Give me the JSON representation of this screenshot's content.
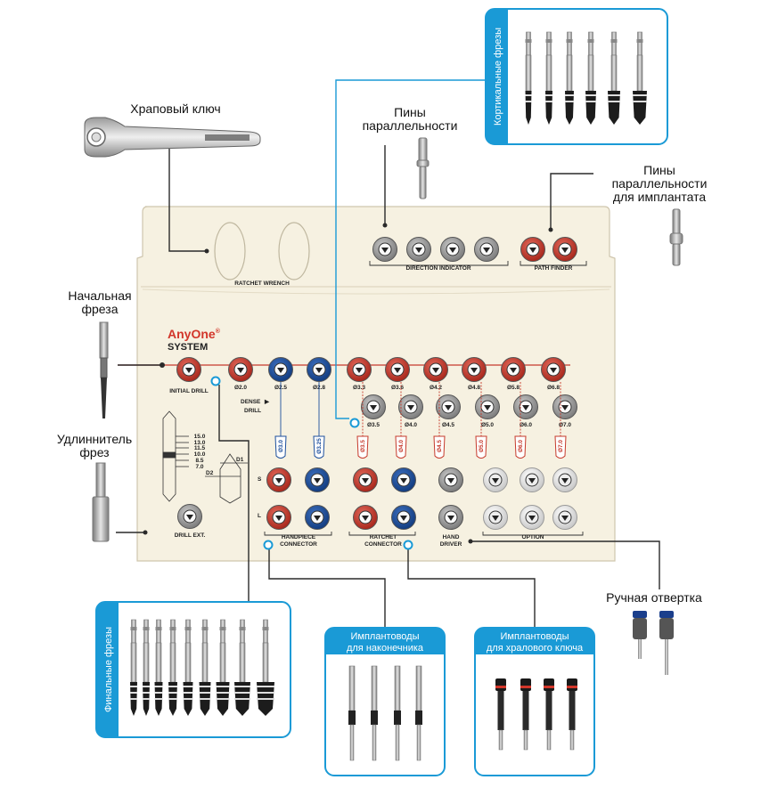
{
  "callouts": {
    "ratchet_wrench": "Храповый ключ",
    "parallel_pins": [
      "Пины",
      "параллельности"
    ],
    "implant_pins": [
      "Пины",
      "параллельности",
      "для имплантата"
    ],
    "initial_drill": [
      "Начальная",
      "фреза"
    ],
    "drill_extension": [
      "Удлиннитель",
      "фрез"
    ],
    "hand_screwdriver": "Ручная отвертка",
    "cortical_drills": "Кортикальные фрезы",
    "final_drills": "Финальные фрезы",
    "handpiece_drivers": [
      "Имплантоводы",
      "для наконечника"
    ],
    "ratchet_drivers": [
      "Имплантоводы",
      "для хралового ключа"
    ]
  },
  "kit": {
    "brand": "AnyOne",
    "brand_reg": "®",
    "brand_sub": "SYSTEM",
    "ratchet_wrench_label": "RATCHET WRENCH",
    "direction_indicator_label": "DIRECTION INDICATOR",
    "path_finder_label": "PATH FINDER",
    "initial_drill_label": "INITIAL DRILL",
    "dense_drill": [
      "DENSE",
      "DRILL"
    ],
    "dense_arrow": "▶",
    "row1_labels": [
      "Ø2.0",
      "Ø2.5",
      "Ø2.8",
      "Ø3.3",
      "Ø3.6",
      "Ø4.2",
      "Ø4.8",
      "Ø5.8",
      "Ø6.8"
    ],
    "row2_labels": [
      "Ø3.5",
      "Ø4.0",
      "Ø4.5",
      "Ø5.0",
      "Ø6.0",
      "Ø7.0"
    ],
    "tag_labels": [
      "Ø3.0",
      "Ø3.25",
      "Ø3.5",
      "Ø4.0",
      "Ø4.5",
      "Ø5.0",
      "Ø6.0",
      "Ø7.0"
    ],
    "s_label": "S",
    "l_label": "L",
    "handpiece_connector": [
      "HANDPIECE",
      "CONNECTOR"
    ],
    "ratchet_connector": [
      "RATCHET",
      "CONNECTOR"
    ],
    "hand_driver": [
      "HAND",
      "DRIVER"
    ],
    "option_label": "OPTION",
    "drill_ext_label": "DRILL EXT.",
    "depth_marks": [
      "15.0",
      "13.0",
      "11.5",
      "10.0",
      "8.5",
      "7.0"
    ],
    "d_labels": [
      "D2",
      "D1"
    ]
  },
  "colors": {
    "accent_blue": "#1a9ad6",
    "red_socket": "#c63a2c",
    "blue_socket": "#1d4f9c",
    "gray_socket": "#9a9a9a",
    "tray": "#f6f1e1",
    "callout_line": "#2a2a2a"
  }
}
